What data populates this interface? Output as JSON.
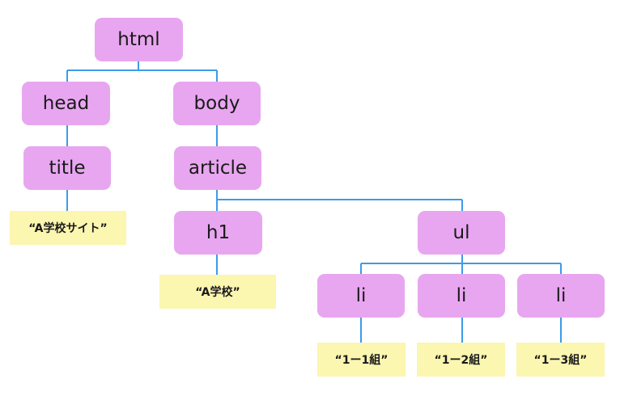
{
  "colors": {
    "element_fill": "#e8a6f0",
    "text_fill": "#fbf6b0",
    "connector": "#3d9be9"
  },
  "nodes": {
    "html": "html",
    "head": "head",
    "body": "body",
    "title": "title",
    "article": "article",
    "h1": "h1",
    "ul": "ul",
    "li_1": "li",
    "li_2": "li",
    "li_3": "li"
  },
  "text_nodes": {
    "title_text": "“A学校サイト”",
    "h1_text": "“A学校”",
    "li_1_text": "“1ー1組”",
    "li_2_text": "“1ー2組”",
    "li_3_text": "“1ー3組”"
  }
}
